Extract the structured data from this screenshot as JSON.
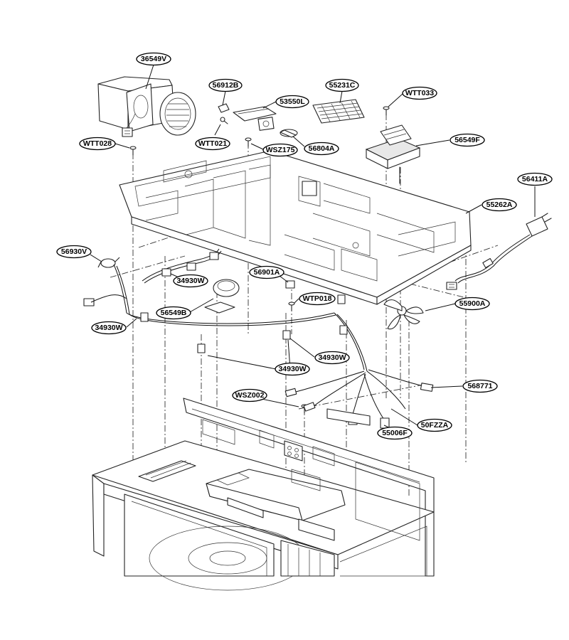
{
  "callouts": [
    {
      "id": "c1",
      "label": "36549V"
    },
    {
      "id": "c2",
      "label": "56912B"
    },
    {
      "id": "c3",
      "label": "53550L"
    },
    {
      "id": "c4",
      "label": "55231C"
    },
    {
      "id": "c5",
      "label": "WTT033"
    },
    {
      "id": "c6",
      "label": "56549F"
    },
    {
      "id": "c7",
      "label": "WTT028"
    },
    {
      "id": "c8",
      "label": "WTT021"
    },
    {
      "id": "c9",
      "label": "WSZ175"
    },
    {
      "id": "c10",
      "label": "56804A"
    },
    {
      "id": "c11",
      "label": "56411A"
    },
    {
      "id": "c12",
      "label": "55262A"
    },
    {
      "id": "c13",
      "label": "56930V"
    },
    {
      "id": "c14",
      "label": "34930W"
    },
    {
      "id": "c15",
      "label": "56901A"
    },
    {
      "id": "c16",
      "label": "WTP018"
    },
    {
      "id": "c17",
      "label": "56549B"
    },
    {
      "id": "c18",
      "label": "55900A"
    },
    {
      "id": "c19",
      "label": "34930W"
    },
    {
      "id": "c20",
      "label": "34930W"
    },
    {
      "id": "c21",
      "label": "34930W"
    },
    {
      "id": "c22",
      "label": "WSZ002"
    },
    {
      "id": "c23",
      "label": "568771"
    },
    {
      "id": "c24",
      "label": "55006F"
    },
    {
      "id": "c25",
      "label": "50FZZA"
    }
  ]
}
